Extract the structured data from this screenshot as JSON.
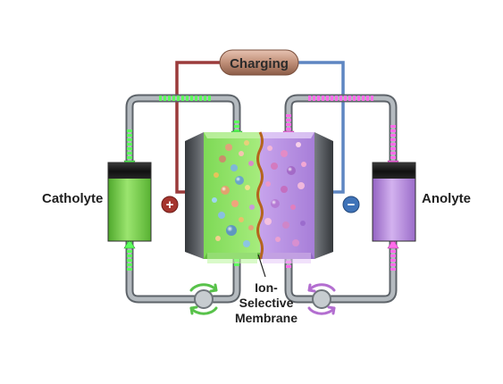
{
  "diagram": {
    "button_label": "Charging",
    "left_tank_label": "Catholyte",
    "right_tank_label": "Anolyte",
    "membrane_label": [
      "Ion-",
      "Selective",
      "Membrane"
    ],
    "positive_terminal": "+",
    "negative_terminal": "−"
  },
  "icons": {
    "positive_terminal": "plus-circle-icon",
    "negative_terminal": "minus-circle-icon",
    "pump_left": "circular-arrows-icon",
    "pump_right": "circular-arrows-icon"
  },
  "colors": {
    "catholyte": "#6fd24a",
    "anolyte": "#b98be0",
    "flow_catholyte": "#5cff5c",
    "flow_anolyte": "#ff6bea",
    "positive_wire": "#9b3b3b",
    "negative_wire": "#5e86c2",
    "pipe": "#8a9096",
    "membrane": "#b5651d",
    "button": "#c8977f",
    "electrode": "#4f5257"
  }
}
